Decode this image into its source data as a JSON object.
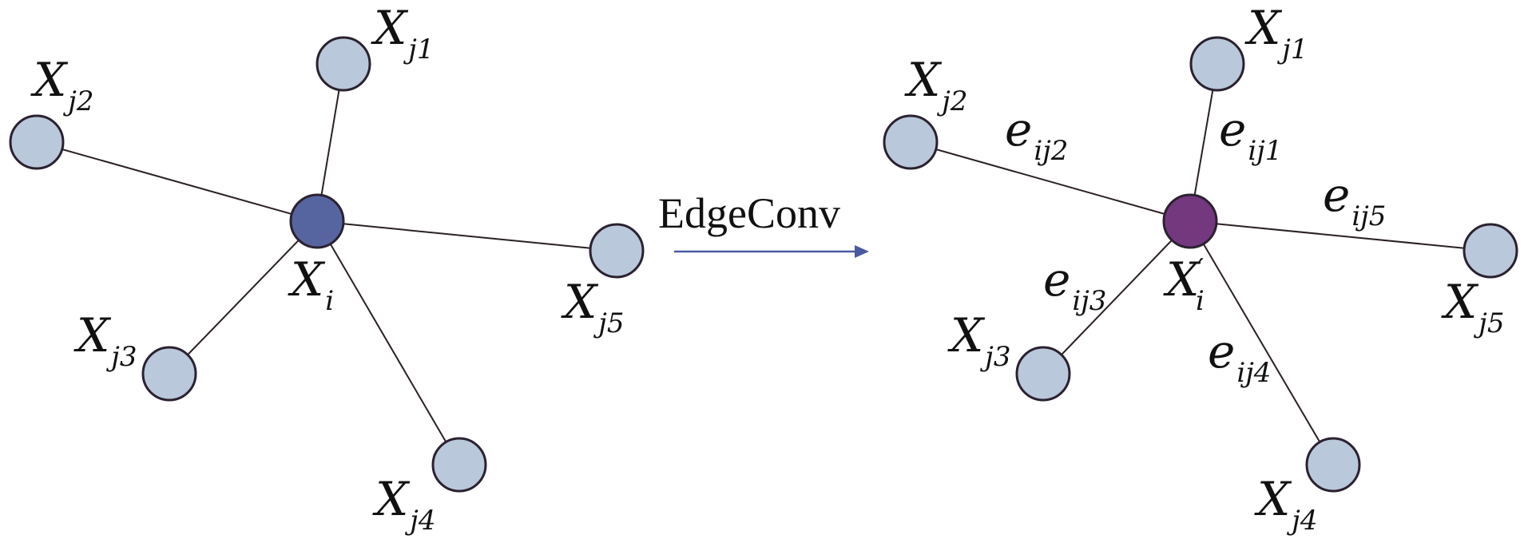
{
  "operation_label": "EdgeConv",
  "left_graph": {
    "center": {
      "var": "X",
      "sub": "i",
      "prime": ""
    },
    "neighbors": [
      {
        "var": "X",
        "sub": "j1"
      },
      {
        "var": "X",
        "sub": "j2"
      },
      {
        "var": "X",
        "sub": "j3"
      },
      {
        "var": "X",
        "sub": "j4"
      },
      {
        "var": "X",
        "sub": "j5"
      }
    ]
  },
  "right_graph": {
    "center": {
      "var": "X",
      "sub": "i",
      "prime": "′"
    },
    "neighbors": [
      {
        "var": "X",
        "sub": "j1"
      },
      {
        "var": "X",
        "sub": "j2"
      },
      {
        "var": "X",
        "sub": "j3"
      },
      {
        "var": "X",
        "sub": "j4"
      },
      {
        "var": "X",
        "sub": "j5"
      }
    ],
    "edges": [
      {
        "var": "e",
        "sub": "ij1"
      },
      {
        "var": "e",
        "sub": "ij2"
      },
      {
        "var": "e",
        "sub": "ij3"
      },
      {
        "var": "e",
        "sub": "ij4"
      },
      {
        "var": "e",
        "sub": "ij5"
      }
    ]
  },
  "colors": {
    "neighbor_fill": "#b9c8da",
    "left_center_fill": "#5665a0",
    "right_center_fill": "#74387f",
    "arrow": "#4a5aa0"
  }
}
